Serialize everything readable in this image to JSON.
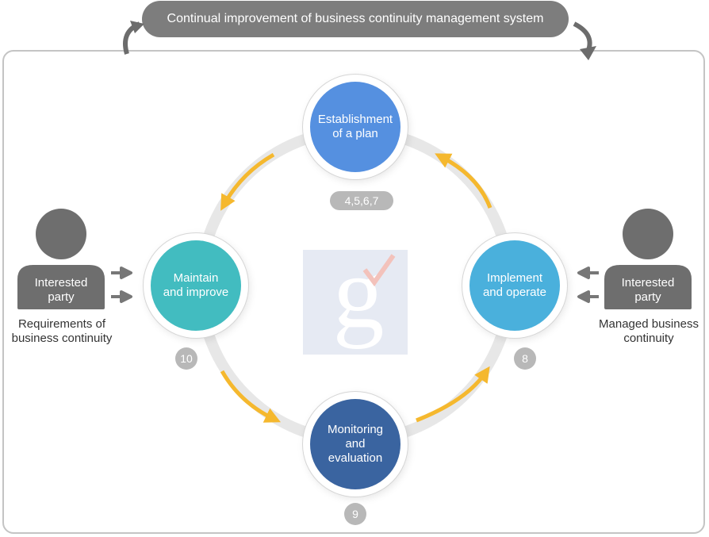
{
  "banner": {
    "text": "Continual improvement of business continuity management system"
  },
  "cycle": {
    "establish": {
      "label": "Establishment\nof a plan",
      "badge": "4,5,6,7",
      "color": "#5590e0"
    },
    "implement": {
      "label": "Implement\nand operate",
      "badge": "8",
      "color": "#4ab0dc"
    },
    "monitor": {
      "label": "Monitoring\nand\nevaluation",
      "badge": "9",
      "color": "#3a64a0"
    },
    "maintain": {
      "label": "Maintain\nand improve",
      "badge": "10",
      "color": "#42bcc0"
    }
  },
  "left_party": {
    "label": "Interested\nparty",
    "caption": "Requirements of\nbusiness continuity"
  },
  "right_party": {
    "label": "Interested\nparty",
    "caption": "Managed business\ncontinuity"
  },
  "colors": {
    "arrow": "#f5b82e",
    "ring": "#e7e7e7",
    "party": "#6e6e6e",
    "badge": "#b8b8b8"
  },
  "icons": [
    "refresh-arrow-icon",
    "person-icon",
    "gray-arrow-icon",
    "logo-g-icon"
  ]
}
